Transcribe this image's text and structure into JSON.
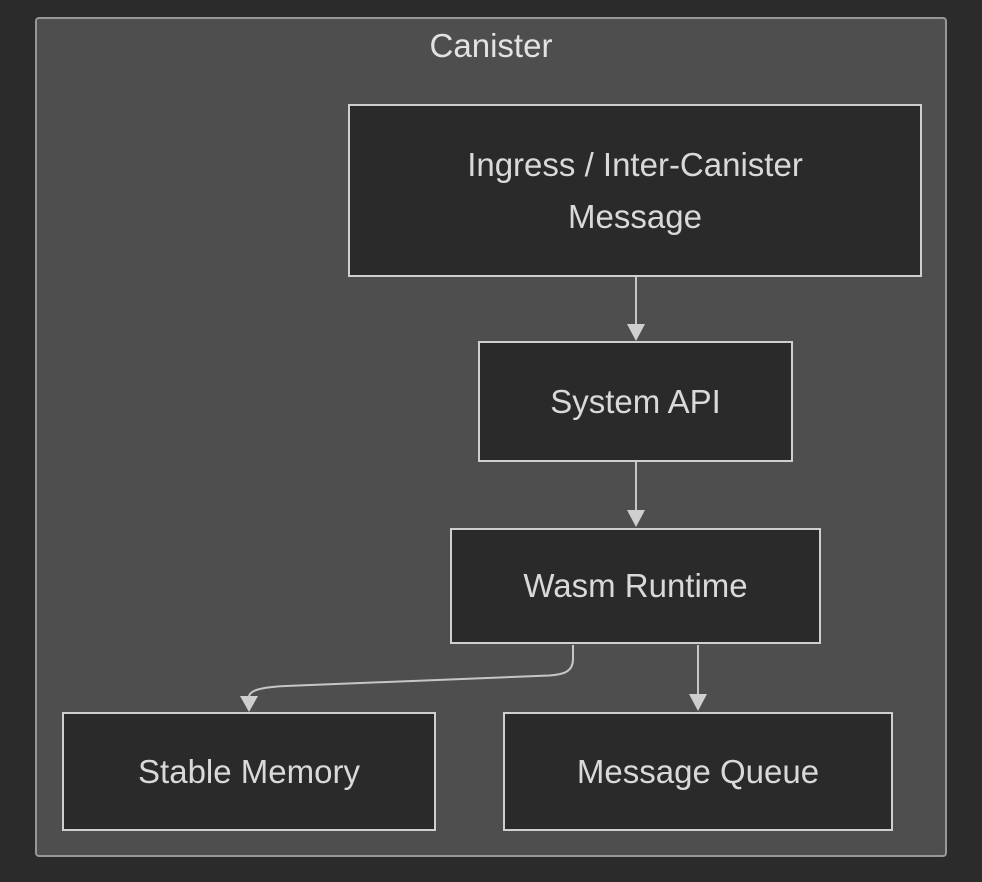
{
  "diagram": {
    "title": "Canister",
    "nodes": {
      "ingress": {
        "label": "Ingress / Inter-Canister Message"
      },
      "system_api": {
        "label": "System API"
      },
      "wasm_runtime": {
        "label": "Wasm Runtime"
      },
      "stable_memory": {
        "label": "Stable Memory"
      },
      "message_queue": {
        "label": "Message Queue"
      }
    },
    "edges": [
      {
        "from": "ingress",
        "to": "system_api"
      },
      {
        "from": "system_api",
        "to": "wasm_runtime"
      },
      {
        "from": "wasm_runtime",
        "to": "stable_memory"
      },
      {
        "from": "wasm_runtime",
        "to": "message_queue"
      }
    ],
    "colors": {
      "page_background": "#2b2b2b",
      "container_fill": "#4e4e4e",
      "container_border": "#979797",
      "node_fill": "#2a2a2a",
      "node_border": "#cfcfcf",
      "text": "#d9d9d9",
      "edge": "#c6c6c6"
    }
  }
}
